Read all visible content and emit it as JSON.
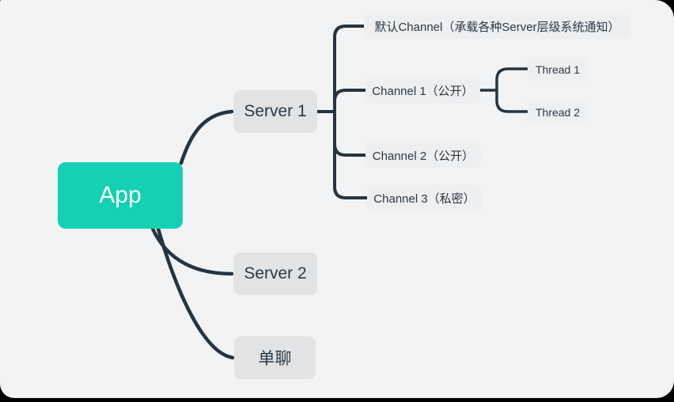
{
  "diagram": {
    "type": "mindmap",
    "root": {
      "label": "App"
    },
    "level1": [
      {
        "id": "server1",
        "label": "Server 1"
      },
      {
        "id": "server2",
        "label": "Server 2"
      },
      {
        "id": "danliao",
        "label": "单聊"
      }
    ],
    "server1_children": [
      {
        "id": "ch_default",
        "label": "默认Channel（承载各种Server层级系统通知）"
      },
      {
        "id": "ch1",
        "label": "Channel 1（公开）"
      },
      {
        "id": "ch2",
        "label": "Channel 2（公开）"
      },
      {
        "id": "ch3",
        "label": "Channel 3（私密）"
      }
    ],
    "ch1_children": [
      {
        "id": "thread1",
        "label": "Thread 1"
      },
      {
        "id": "thread2",
        "label": "Thread 2"
      }
    ],
    "colors": {
      "canvas_bg": "#f1f3f4",
      "root_bg": "#15d1b3",
      "root_text": "#ffffff",
      "branch_bg": "#e2e3e5",
      "leaf_bg": "#edeff1",
      "node_text": "#2b3945",
      "connector": "#263440"
    }
  }
}
